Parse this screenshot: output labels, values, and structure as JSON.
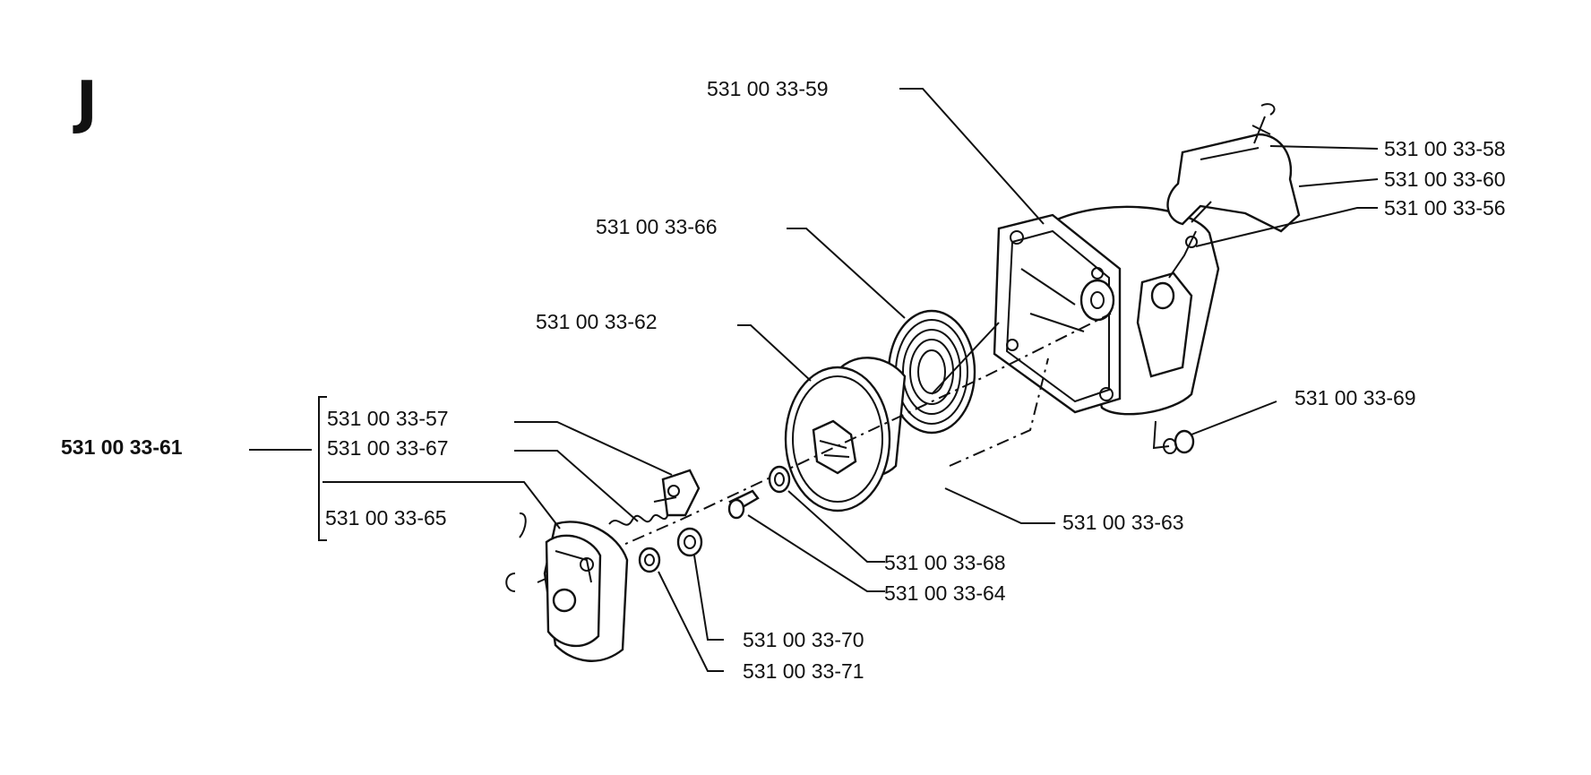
{
  "section_letter": "J",
  "assembly": {
    "part_no": "531 00 33-61"
  },
  "parts": {
    "p59": "531 00 33-59",
    "p58": "531 00 33-58",
    "p60": "531 00 33-60",
    "p56": "531 00 33-56",
    "p66": "531 00 33-66",
    "p62": "531 00 33-62",
    "p69": "531 00 33-69",
    "p57": "531 00 33-57",
    "p67": "531 00 33-67",
    "p65": "531 00 33-65",
    "p63": "531 00 33-63",
    "p68": "531 00 33-68",
    "p64": "531 00 33-64",
    "p70": "531 00 33-70",
    "p71": "531 00 33-71"
  }
}
